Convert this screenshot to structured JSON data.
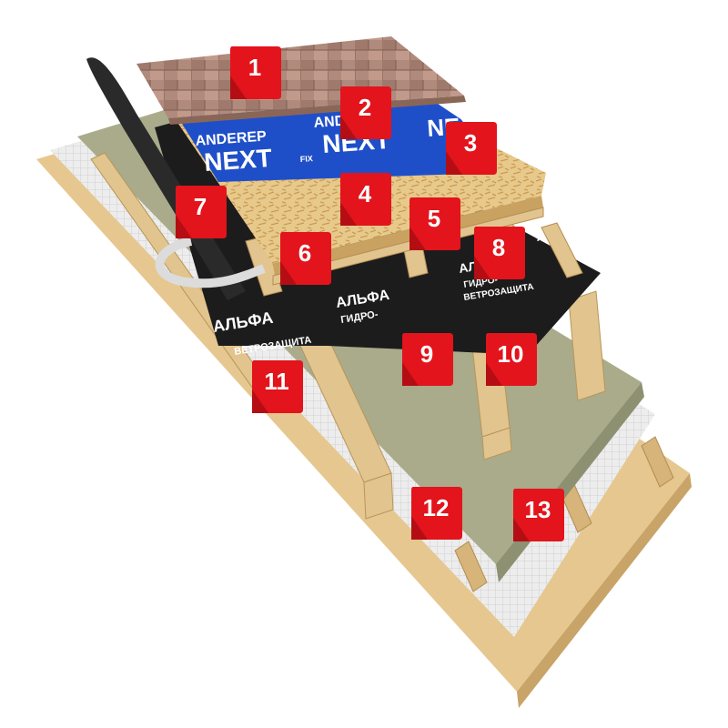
{
  "colors": {
    "shingle": "#b08a7c",
    "membrane_blue": "#1f4fc8",
    "osb": "#e8c98c",
    "timber": "#e2c48e",
    "insulation": "#a8aa8a",
    "black_membrane": "#1c1c1c",
    "vapor_barrier": "#ececec",
    "interior_board": "#e6c78f",
    "callout_red": "#e3141b"
  },
  "membrane_top": {
    "brand": "ANDEREP",
    "product": "NEXT",
    "product_suffix": "FIX"
  },
  "membrane_black": {
    "brand": "АЛЬФА",
    "line1": "ГИДРО-",
    "line2": "ВЕТРОЗАЩИТА"
  },
  "callouts": [
    "1",
    "2",
    "3",
    "4",
    "5",
    "6",
    "7",
    "8",
    "9",
    "10",
    "11",
    "12",
    "13"
  ]
}
